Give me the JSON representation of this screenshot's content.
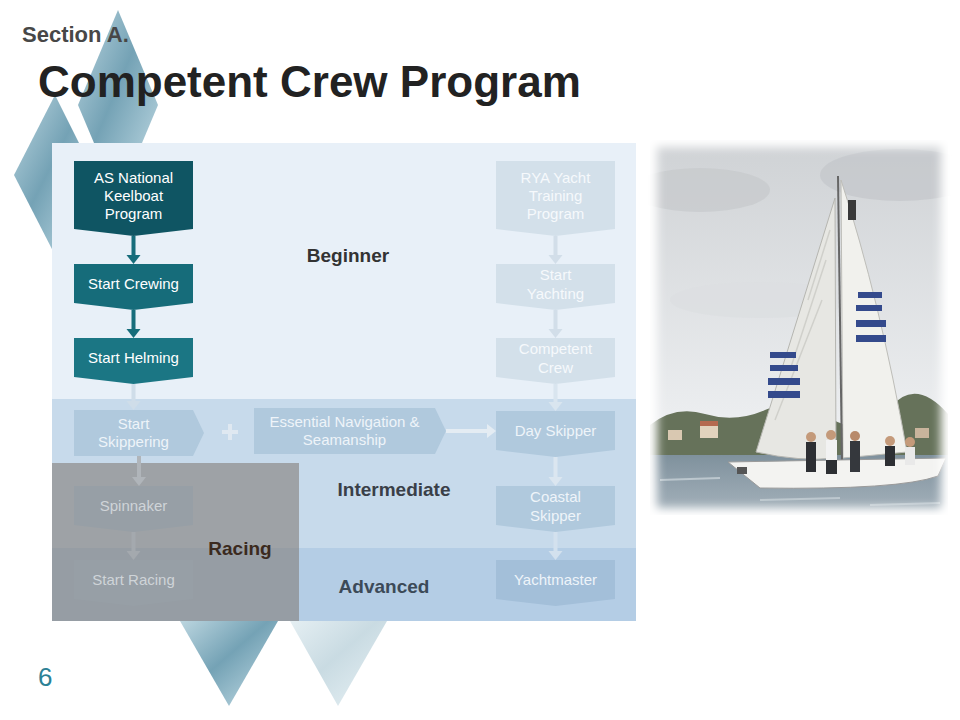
{
  "diagram": {
    "title": "Competent Crew Program",
    "nodes": [
      {
        "text": [
          "Beginner"
        ]
      },
      {
        "text": [
          "AS National Keelboat Program"
        ],
        "in": 0
      },
      {
        "text": [
          "RYA Yacht Training Program"
        ],
        "in": 0
      },
      {
        "text": [
          "Start Crewing"
        ],
        "in": 0
      },
      {
        "text": [
          "Start Yachting"
        ],
        "in": 0
      },
      {
        "text": [
          "Start Helming"
        ],
        "in": 0
      },
      {
        "text": [
          "Competent Crew"
        ],
        "in": 0
      },
      {
        "text": [
          "Intermediate"
        ]
      },
      {
        "text": [
          "Start Skippering"
        ],
        "in": 7
      },
      {
        "text": [
          "Essential Navigation & Seamanship"
        ],
        "in": 7
      },
      {
        "text": [
          "Day Skipper"
        ],
        "in": 7
      },
      {
        "text": [
          "Coastal Skipper"
        ],
        "in": 7
      },
      {
        "text": [
          "Racing"
        ]
      },
      {
        "text": [
          "Spinnaker"
        ],
        "in": 12
      },
      {
        "text": [
          "Start Racing"
        ],
        "in": 12
      },
      {
        "text": [
          "Advanced"
        ]
      },
      {
        "text": [
          "Yachtmaster"
        ],
        "in": 15
      }
    ],
    "edges": [
      {
        "from": 1,
        "to": 3,
        "arrow": "to"
      },
      {
        "from": 3,
        "to": 5,
        "arrow": "to"
      },
      {
        "from": 5,
        "to": 8,
        "arrow": "to"
      },
      {
        "from": 8,
        "to": 13,
        "arrow": "to"
      },
      {
        "from": 13,
        "to": 14,
        "arrow": "to"
      },
      {
        "from": 2,
        "to": 4,
        "arrow": "to"
      },
      {
        "from": 4,
        "to": 6,
        "arrow": "to"
      },
      {
        "from": 6,
        "to": 10,
        "arrow": "to"
      },
      {
        "from": 9,
        "to": 10,
        "arrow": "to"
      },
      {
        "from": 10,
        "to": 11,
        "arrow": "to"
      },
      {
        "from": 11,
        "to": 16,
        "arrow": "to"
      }
    ],
    "labels": [
      "Section A.",
      "6"
    ]
  }
}
